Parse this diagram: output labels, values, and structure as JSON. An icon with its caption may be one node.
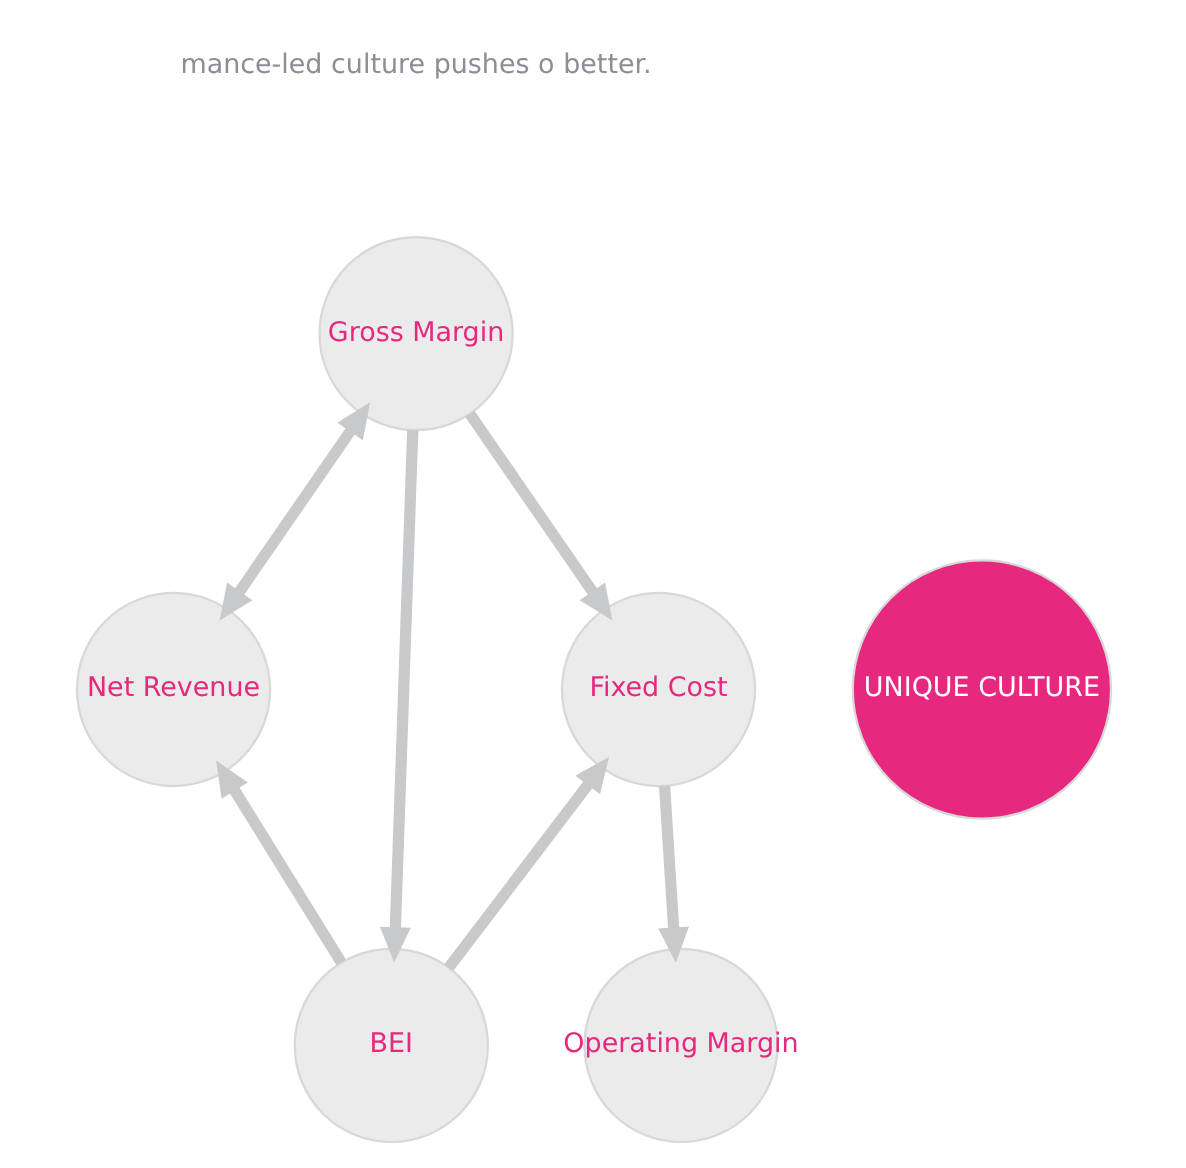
{
  "diagram": {
    "nodes": [
      {
        "text": [
          "Gross Margin"
        ]
      },
      {
        "text": [
          "Net Revenue"
        ]
      },
      {
        "text": [
          "UNIQUE CULTURE"
        ]
      },
      {
        "text": [
          "Fixed Cost"
        ]
      },
      {
        "text": [
          "Operating Margin"
        ]
      },
      {
        "text": [
          "BEI"
        ]
      }
    ],
    "edges": [
      {
        "from": 0,
        "to": 1,
        "arrow": "both"
      },
      {
        "from": 0,
        "to": 3,
        "arrow": "to"
      },
      {
        "from": 3,
        "to": 4,
        "arrow": "to"
      },
      {
        "from": 5,
        "to": 3,
        "arrow": "to"
      },
      {
        "from": 5,
        "to": 1,
        "arrow": "to"
      },
      {
        "from": 0,
        "to": 5,
        "arrow": "to"
      }
    ],
    "labels": [
      "mance-led culture pushes o better."
    ]
  }
}
